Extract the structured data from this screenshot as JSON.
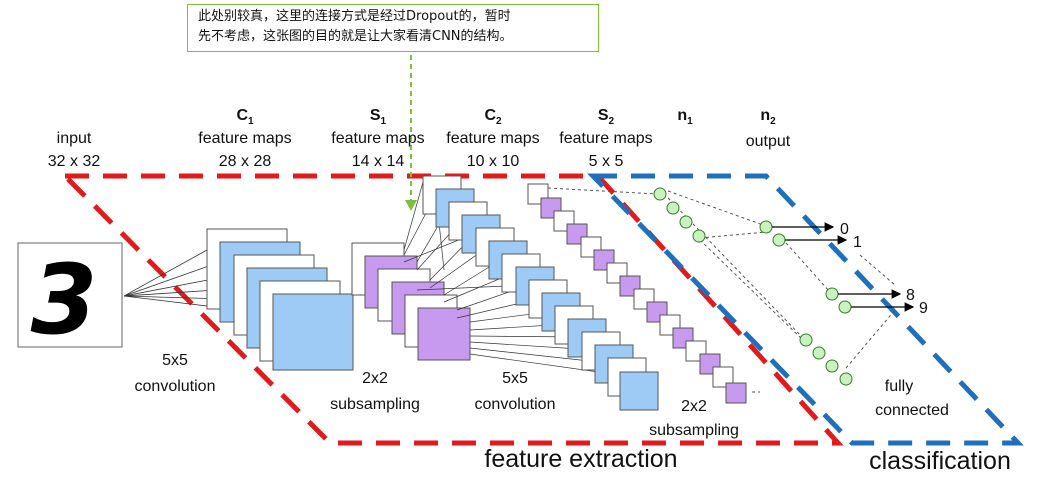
{
  "note": {
    "line1": "此处别较真，这里的连接方式是经过Dropout的，暂时",
    "line2": "先不考虑，这张图的目的就是让大家看清CNN的结构。"
  },
  "headers": {
    "input": {
      "name": "input",
      "size": "32 x 32"
    },
    "c1": {
      "letter": "C",
      "sub": "1",
      "desc": "feature maps",
      "size": "28 x 28"
    },
    "s1": {
      "letter": "S",
      "sub": "1",
      "desc": "feature maps",
      "size": "14 x 14"
    },
    "c2": {
      "letter": "C",
      "sub": "2",
      "desc": "feature maps",
      "size": "10 x 10"
    },
    "s2": {
      "letter": "S",
      "sub": "2",
      "desc": "feature maps",
      "size": "5 x 5"
    },
    "n1": {
      "letter": "n",
      "sub": "1"
    },
    "n2": {
      "letter": "n",
      "sub": "2",
      "desc": "output"
    }
  },
  "ops": {
    "conv1": [
      "5x5",
      "convolution"
    ],
    "pool1": [
      "2x2",
      "subsampling"
    ],
    "conv2": [
      "5x5",
      "convolution"
    ],
    "pool2": [
      "2x2",
      "subsampling"
    ],
    "fc": [
      "fully",
      "connected"
    ]
  },
  "outputs": [
    "0",
    "1",
    "8",
    "9"
  ],
  "input_digit": "3",
  "regions": {
    "feature_extraction": "feature extraction",
    "classification": "classification"
  },
  "colors": {
    "conv_map": "#9ecbf5",
    "pool_map": "#c79af0",
    "neuron": "#c8f2c0",
    "extraction_border": "#e31a1c",
    "classification_border": "#1f6fbf",
    "note_border": "#7bbf3a"
  }
}
